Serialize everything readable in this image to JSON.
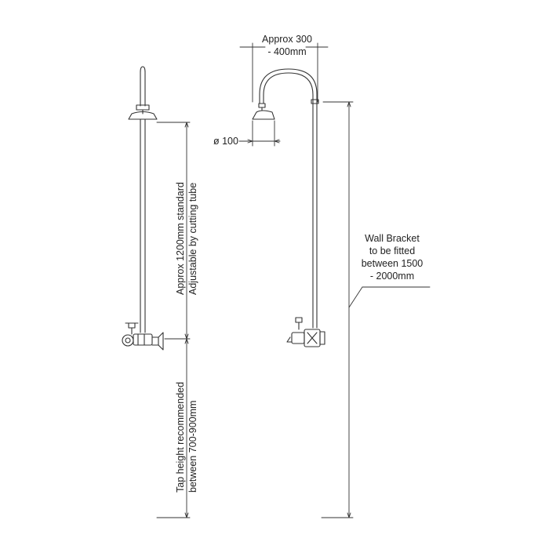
{
  "labels": {
    "arm_reach_line1": "Approx 300",
    "arm_reach_line2": "- 400mm",
    "rose_diameter": "ø 100",
    "riser_line1": "Approx 1200mm standard",
    "riser_line2": "Adjustable by cutting tube",
    "tap_line1": "Tap height recommended",
    "tap_line2": "between 700-900mm",
    "bracket_line1": "Wall Bracket",
    "bracket_line2": "to be fitted",
    "bracket_line3": "between 1500",
    "bracket_line4": "- 2000mm"
  }
}
